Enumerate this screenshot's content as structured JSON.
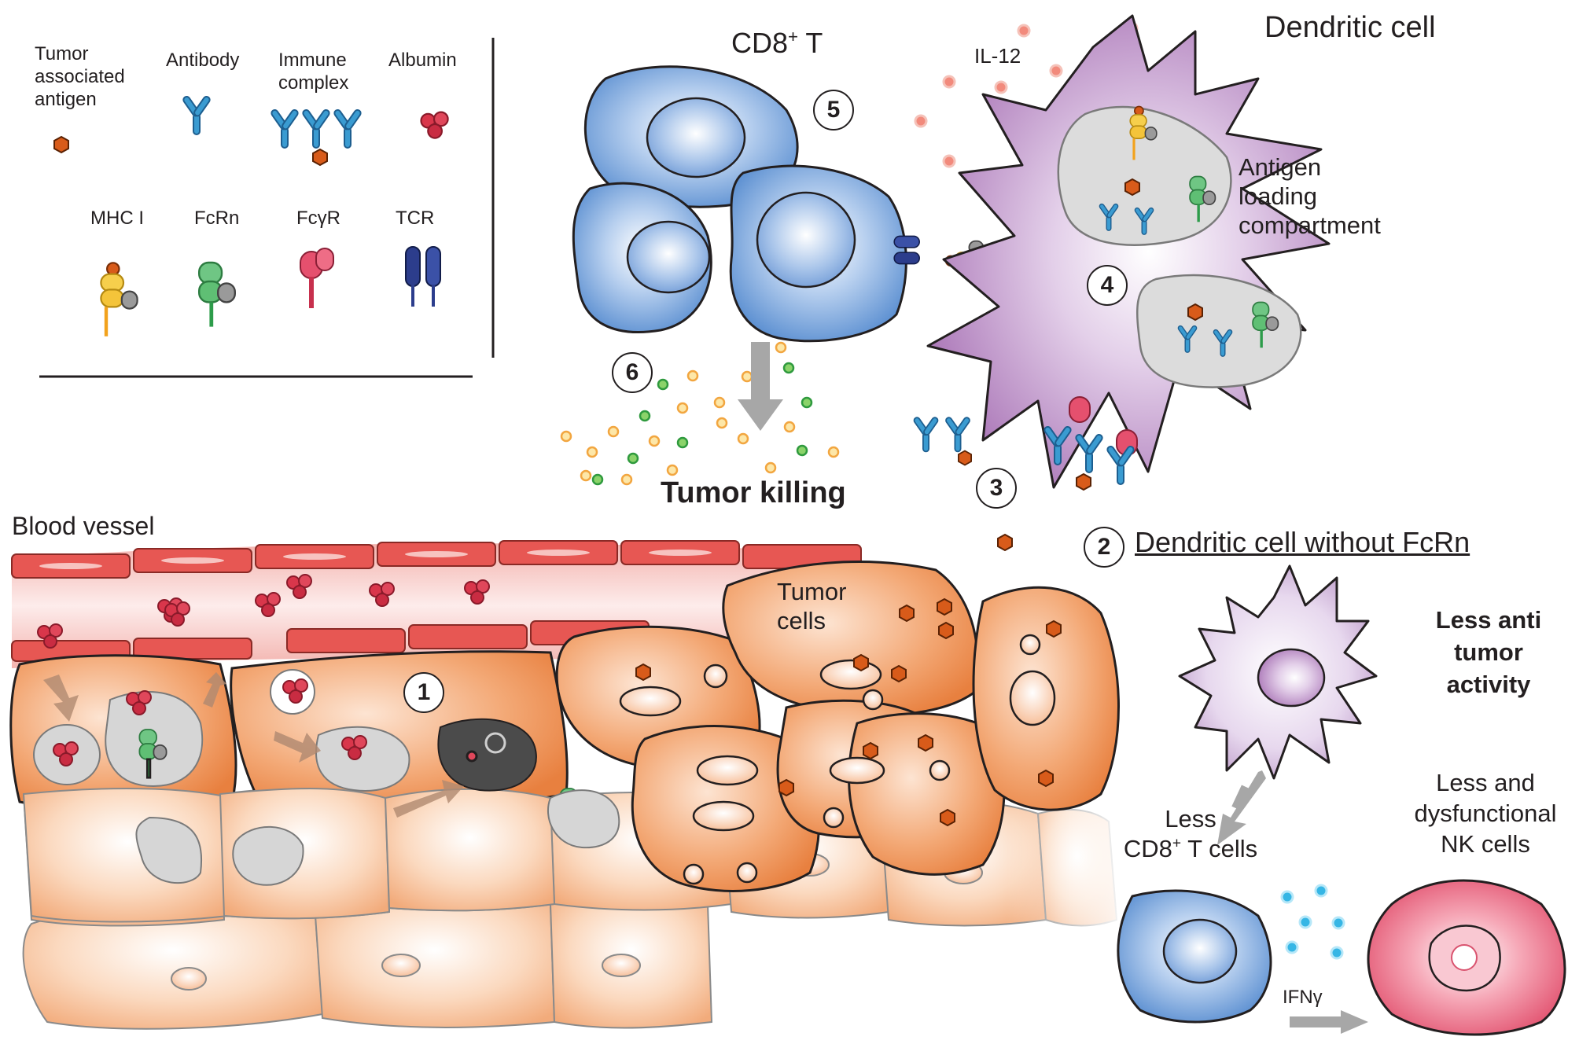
{
  "legend": {
    "tumor_antigen": [
      "Tumor",
      "associated",
      "antigen"
    ],
    "antibody": "Antibody",
    "immune_complex": [
      "Immune",
      "complex"
    ],
    "albumin": "Albumin",
    "mhc": "MHC I",
    "fcrn": "FcRn",
    "fcgr": "FcγR",
    "tcr": "TCR"
  },
  "labels": {
    "cd8_t": "CD8",
    "cd8_t_sup": "+",
    "cd8_t_suffix": " T",
    "il12": "IL-12",
    "dendritic_cell": "Dendritic cell",
    "antigen_loading": [
      "Antigen",
      "loading",
      "compartment"
    ],
    "tumor_killing": "Tumor killing",
    "blood_vessel": "Blood vessel",
    "tumor_cells": [
      "Tumor",
      "cells"
    ],
    "dc_without_fcrn": "Dendritic cell without FcRn",
    "less_anti_tumor": [
      "Less anti",
      "tumor",
      "activity"
    ],
    "less_cd8": "Less",
    "less_cd8_2": "CD8",
    "less_cd8_sup": "+",
    "less_cd8_3": " T cells",
    "less_nk": [
      "Less and",
      "dysfunctional",
      "NK cells"
    ],
    "ifng": "IFNγ"
  },
  "steps": [
    "1",
    "2",
    "3",
    "4",
    "5",
    "6"
  ],
  "colors": {
    "tcell_blue": "#5b8fd1",
    "dc_purple": "#a974b6",
    "tumor_orange": "#ec8a4c",
    "endothelium_red": "#e0514f",
    "fcrn_green": "#5fbf74",
    "mhc_yellow": "#f4c43a",
    "fcgr_pink": "#e5506e",
    "tcr_navy": "#2c3d8c",
    "antigen_orange": "#d85b1a",
    "nk_pink": "#e14d6b",
    "ifng_cyan": "#36b6e5"
  }
}
